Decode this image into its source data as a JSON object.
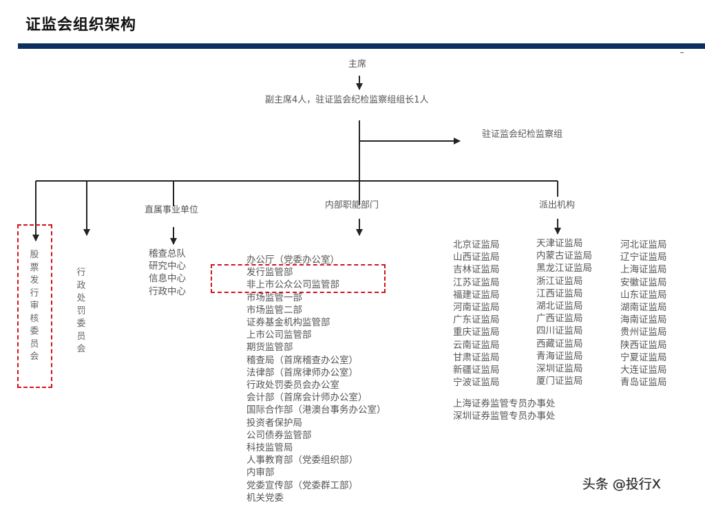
{
  "page": {
    "title": "证监会组织架构",
    "watermark": "头条 @投行X"
  },
  "colors": {
    "header_bar": "#0b3060",
    "highlight_dash": "#d0111b",
    "text": "#555555",
    "lines": "#222222"
  },
  "chart": {
    "top": {
      "chairman": "主席",
      "vice": "副主席4人，驻证监会纪检监察组组长1人",
      "side_branch": "驻证监会纪检监察组"
    },
    "branches": {
      "issuance_committee": "股票发行审核委员会",
      "penalty_committee": "行政处罚委员会",
      "affiliated_units": {
        "label": "直属事业单位",
        "items": [
          "稽查总队",
          "研究中心",
          "信息中心",
          "行政中心"
        ]
      },
      "internal_departments": {
        "label": "内部职能部门",
        "items": [
          "办公厅（党委办公室）",
          "发行监管部",
          "非上市公众公司监管部",
          "市场监管一部",
          "市场监管二部",
          "证券基金机构监管部",
          "上市公司监管部",
          "期货监管部",
          "稽查局（首席稽查办公室）",
          "法律部（首席律师办公室）",
          "行政处罚委员会办公室",
          "会计部（首席会计师办公室）",
          "国际合作部（港澳台事务办公室）",
          "投资者保护局",
          "公司债券监管部",
          "科技监管局",
          "人事教育部（党委组织部）",
          "内审部",
          "党委宣传部（党委群工部）",
          "机关党委"
        ],
        "highlighted": [
          "发行监管部",
          "非上市公众公司监管部"
        ]
      },
      "dispatched_agencies": {
        "label": "派出机构",
        "col1": [
          "北京证监局",
          "山西证监局",
          "吉林证监局",
          "江苏证监局",
          "福建证监局",
          "河南证监局",
          "广东证监局",
          "重庆证监局",
          "云南证监局",
          "甘肃证监局",
          "新疆证监局",
          "宁波证监局"
        ],
        "col2": [
          "天津证监局",
          "内蒙古证监局",
          "黑龙江证监局",
          "浙江证监局",
          "江西证监局",
          "湖北证监局",
          "广西证监局",
          "四川证监局",
          "西藏证监局",
          "青海证监局",
          "深圳证监局",
          "厦门证监局"
        ],
        "col3": [
          "河北证监局",
          "辽宁证监局",
          "上海证监局",
          "安徽证监局",
          "山东证监局",
          "湖南证监局",
          "海南证监局",
          "贵州证监局",
          "陕西证监局",
          "宁夏证监局",
          "大连证监局",
          "青岛证监局"
        ],
        "special_offices": [
          "上海证券监管专员办事处",
          "深圳证券监管专员办事处"
        ]
      }
    }
  }
}
